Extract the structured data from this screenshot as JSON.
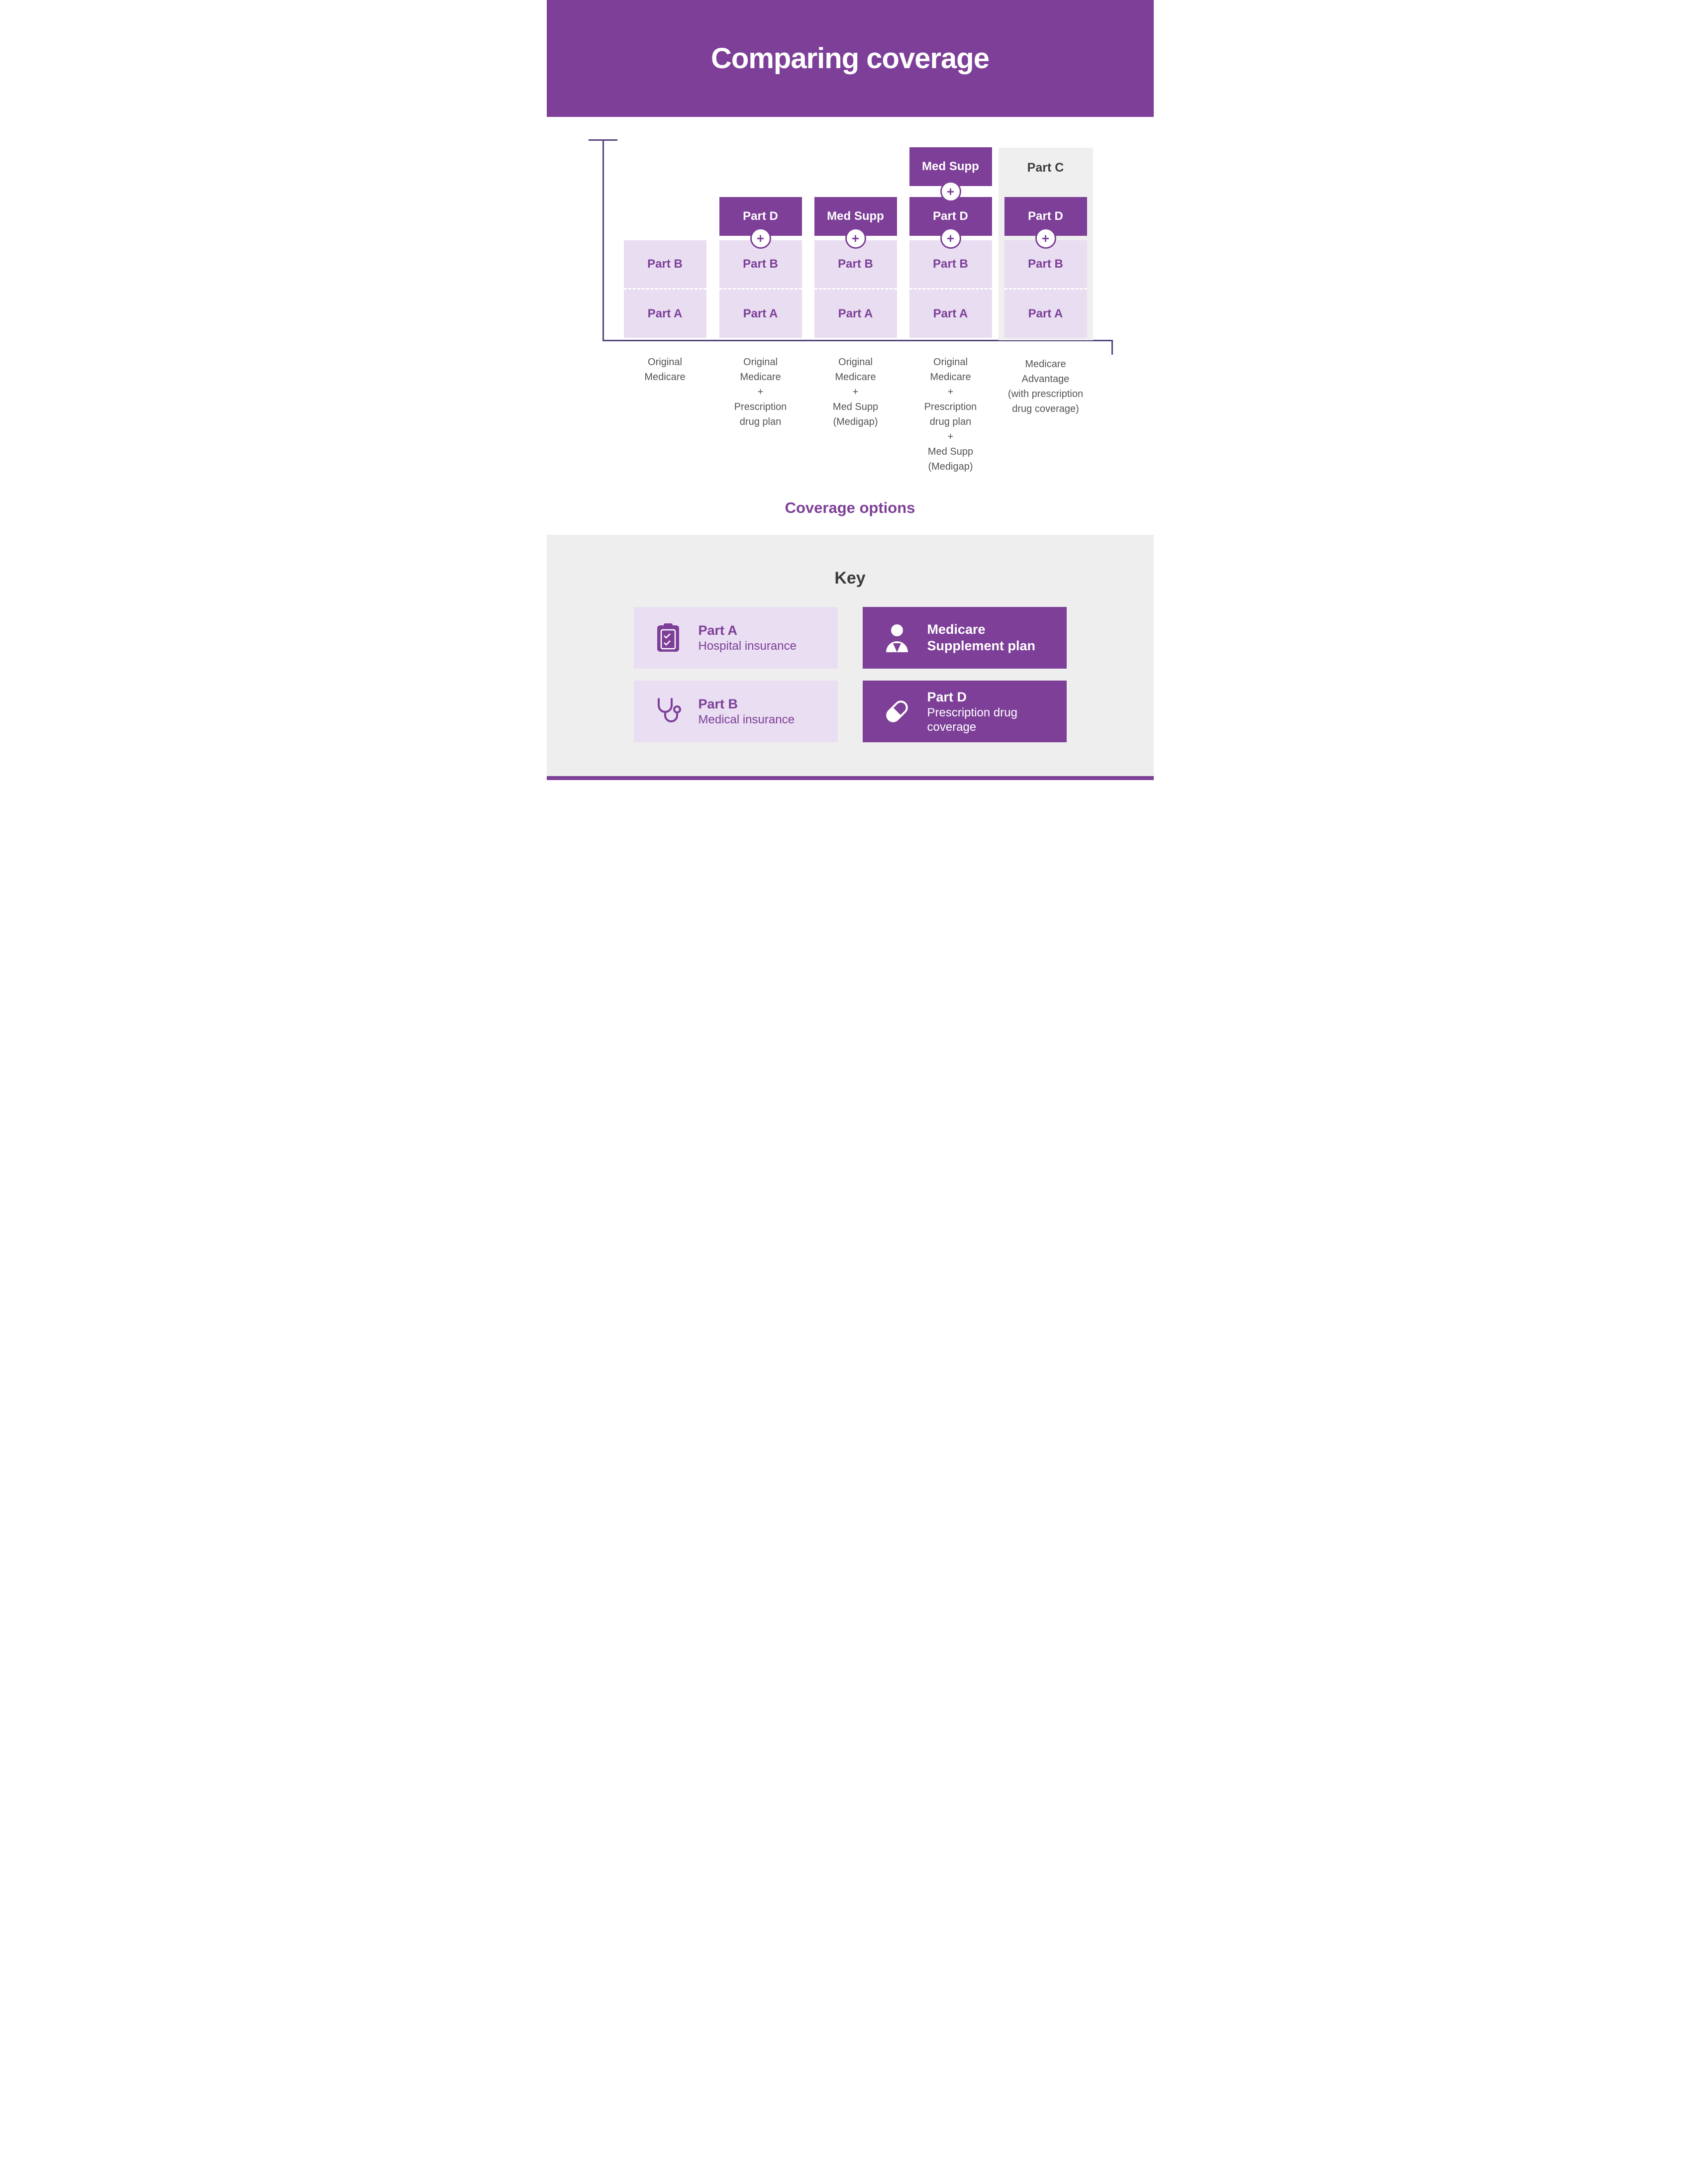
{
  "header": {
    "title": "Comparing coverage"
  },
  "chart": {
    "plus": "+",
    "section_title": "Coverage options",
    "columns": [
      {
        "part_b": "Part B",
        "part_a": "Part A",
        "caption": "Original\nMedicare"
      },
      {
        "top": "Part D",
        "part_b": "Part B",
        "part_a": "Part A",
        "caption": "Original\nMedicare\n+\nPrescription\ndrug plan"
      },
      {
        "top": "Med Supp",
        "part_b": "Part B",
        "part_a": "Part A",
        "caption": "Original\nMedicare\n+\nMed Supp\n(Medigap)"
      },
      {
        "top2": "Med Supp",
        "top": "Part D",
        "part_b": "Part B",
        "part_a": "Part A",
        "caption": "Original\nMedicare\n+\nPrescription\ndrug plan\n+\nMed Supp\n(Medigap)"
      },
      {
        "part_c": "Part C",
        "top": "Part D",
        "part_b": "Part B",
        "part_a": "Part A",
        "caption": "Medicare\nAdvantage\n(with prescription\ndrug coverage)"
      }
    ]
  },
  "key": {
    "title": "Key",
    "items": [
      {
        "title": "Part A",
        "subtitle": "Hospital insurance"
      },
      {
        "title": "Medicare\nSupplement plan",
        "subtitle": ""
      },
      {
        "title": "Part B",
        "subtitle": "Medical insurance"
      },
      {
        "title": "Part D",
        "subtitle": "Prescription drug\ncoverage"
      }
    ]
  },
  "colors": {
    "purple": "#7d3f98",
    "light_purple": "#e8ddf1",
    "section_gray": "#eeeeee",
    "backdrop_gray": "#efefef",
    "axis": "#55447e",
    "caption_gray": "#545454"
  }
}
